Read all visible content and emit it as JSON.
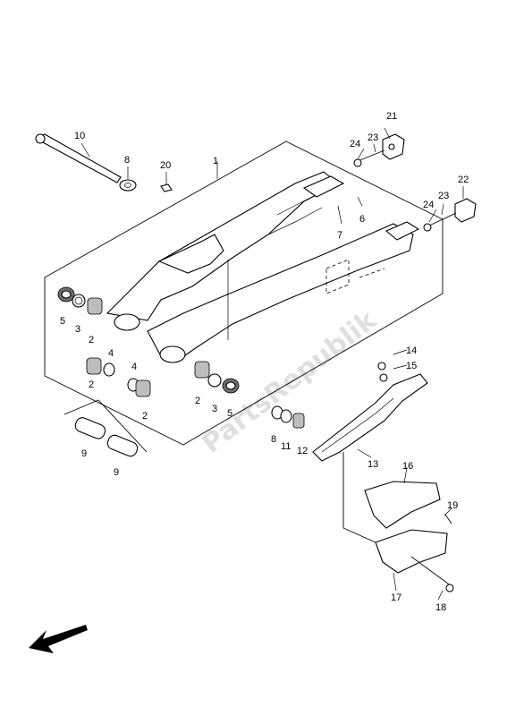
{
  "watermark": "PartsRepublik",
  "part_labels": [
    {
      "id": "p1",
      "text": "1"
    },
    {
      "id": "p2a",
      "text": "2"
    },
    {
      "id": "p2b",
      "text": "2"
    },
    {
      "id": "p2c",
      "text": "2"
    },
    {
      "id": "p2d",
      "text": "2"
    },
    {
      "id": "p3a",
      "text": "3"
    },
    {
      "id": "p3b",
      "text": "3"
    },
    {
      "id": "p4a",
      "text": "4"
    },
    {
      "id": "p4b",
      "text": "4"
    },
    {
      "id": "p5a",
      "text": "5"
    },
    {
      "id": "p5b",
      "text": "5"
    },
    {
      "id": "p6",
      "text": "6"
    },
    {
      "id": "p7",
      "text": "7"
    },
    {
      "id": "p8a",
      "text": "8"
    },
    {
      "id": "p8b",
      "text": "8"
    },
    {
      "id": "p9a",
      "text": "9"
    },
    {
      "id": "p9b",
      "text": "9"
    },
    {
      "id": "p10",
      "text": "10"
    },
    {
      "id": "p11",
      "text": "11"
    },
    {
      "id": "p12",
      "text": "12"
    },
    {
      "id": "p13",
      "text": "13"
    },
    {
      "id": "p14",
      "text": "14"
    },
    {
      "id": "p15",
      "text": "15"
    },
    {
      "id": "p16",
      "text": "16"
    },
    {
      "id": "p17",
      "text": "17"
    },
    {
      "id": "p18",
      "text": "18"
    },
    {
      "id": "p19",
      "text": "19"
    },
    {
      "id": "p20",
      "text": "20"
    },
    {
      "id": "p21",
      "text": "21"
    },
    {
      "id": "p22",
      "text": "22"
    },
    {
      "id": "p23a",
      "text": "23"
    },
    {
      "id": "p23b",
      "text": "23"
    },
    {
      "id": "p24a",
      "text": "24"
    },
    {
      "id": "p24b",
      "text": "24"
    }
  ]
}
